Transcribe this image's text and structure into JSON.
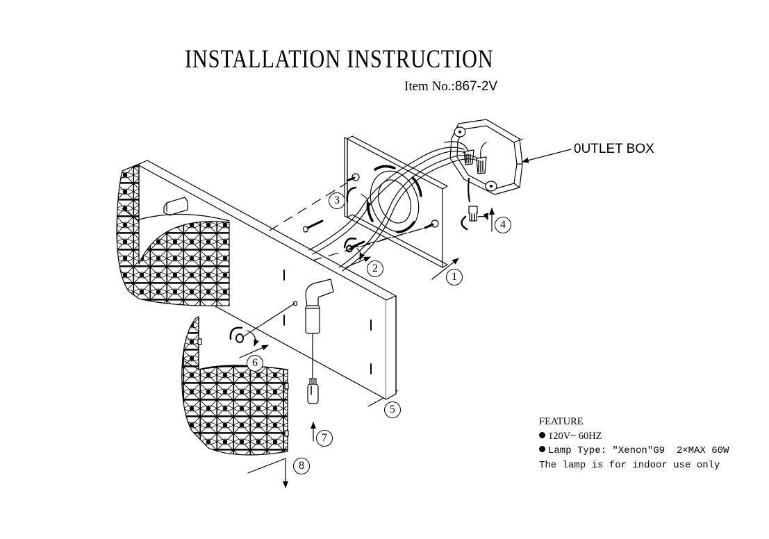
{
  "header": {
    "title": "INSTALLATION INSTRUCTION",
    "item_label": "Item No.:",
    "item_code": "867-2V"
  },
  "callouts": {
    "outlet_box": "0UTLET BOX"
  },
  "steps": [
    "1",
    "2",
    "3",
    "4",
    "5",
    "6",
    "7",
    "8"
  ],
  "feature": {
    "heading": "FEATURE",
    "voltage": "120V~ 60HZ",
    "lamp_type": "Lamp Type: \"Xenon\"G9  2×MAX 60W",
    "note": "The lamp is for indoor use only"
  },
  "colors": {
    "ink": "#000000",
    "paper": "#ffffff"
  },
  "parts": {
    "outlet_box": "outlet-box",
    "mounting_plate": "mounting-plate",
    "screws": "screw",
    "wire_nuts": "wire-nut",
    "backplate": "fixture-backplate",
    "crystal_shade": "crystal-shade",
    "lamp_socket": "lamp-socket",
    "g9_bulb": "g9-bulb"
  }
}
